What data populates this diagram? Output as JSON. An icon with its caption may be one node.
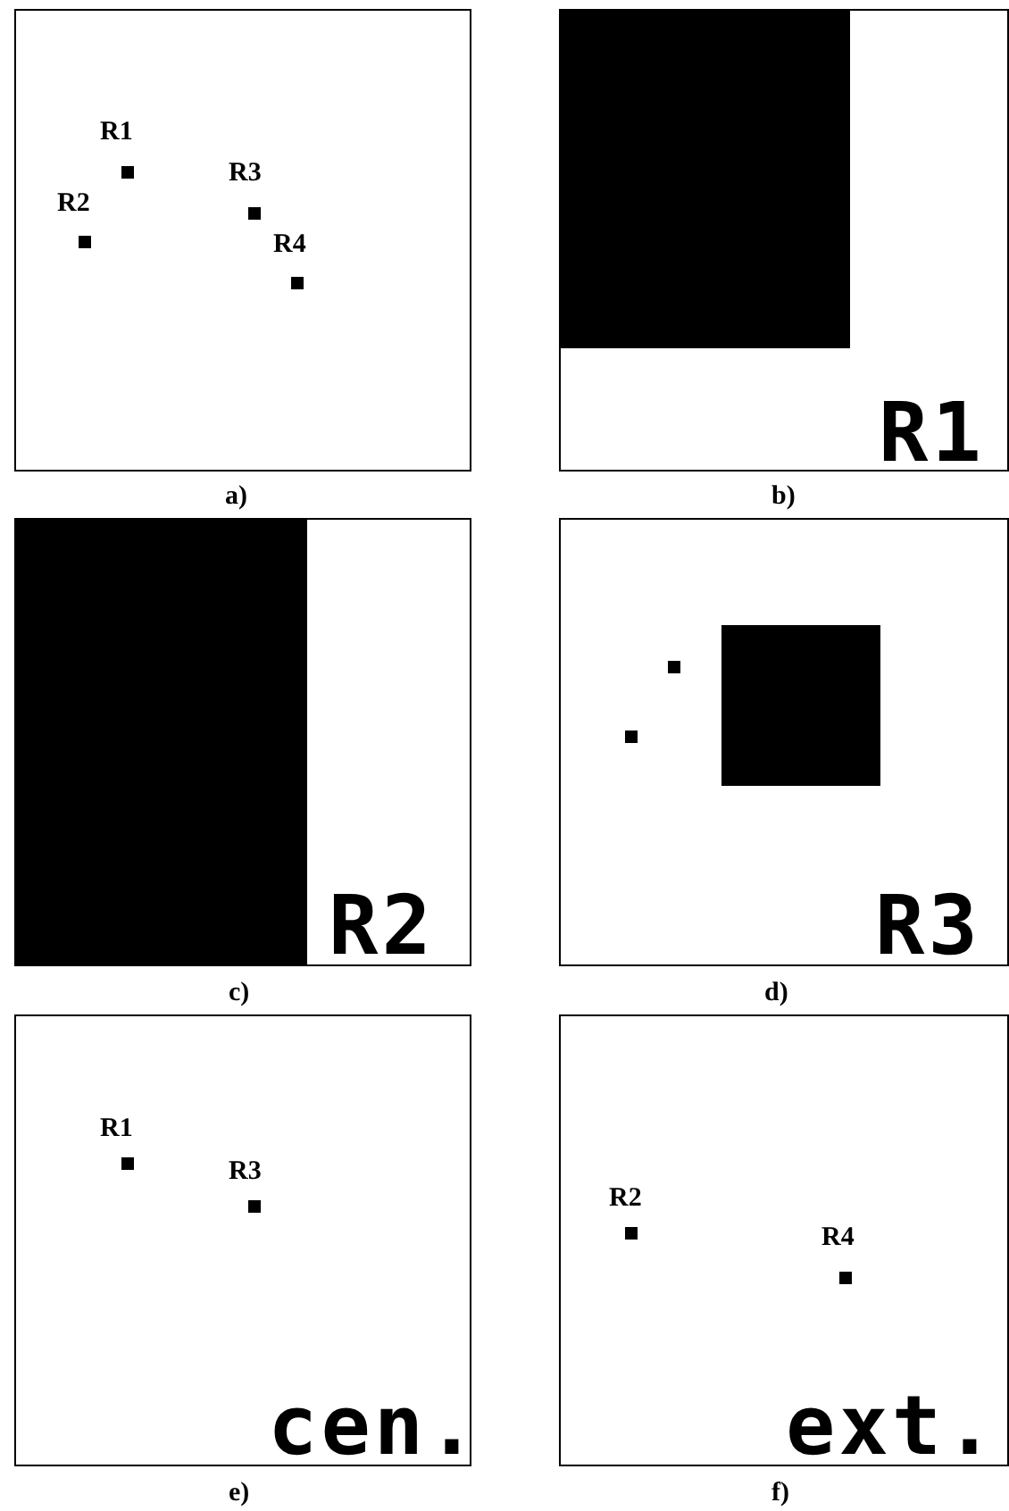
{
  "diagram": {
    "nodes": [
      {
        "text": [],
        "shape": "box"
      },
      {
        "text": [],
        "shape": "box"
      },
      {
        "text": [],
        "shape": "box"
      }
    ],
    "labels": [
      "R1",
      "R2",
      "R3",
      "R4",
      "a)",
      "R1",
      "b)",
      "R2",
      "c)",
      "R3",
      "d)",
      "R1",
      "R3",
      "cen.",
      "e)",
      "R2",
      "R4",
      "ext.",
      "f)"
    ]
  }
}
